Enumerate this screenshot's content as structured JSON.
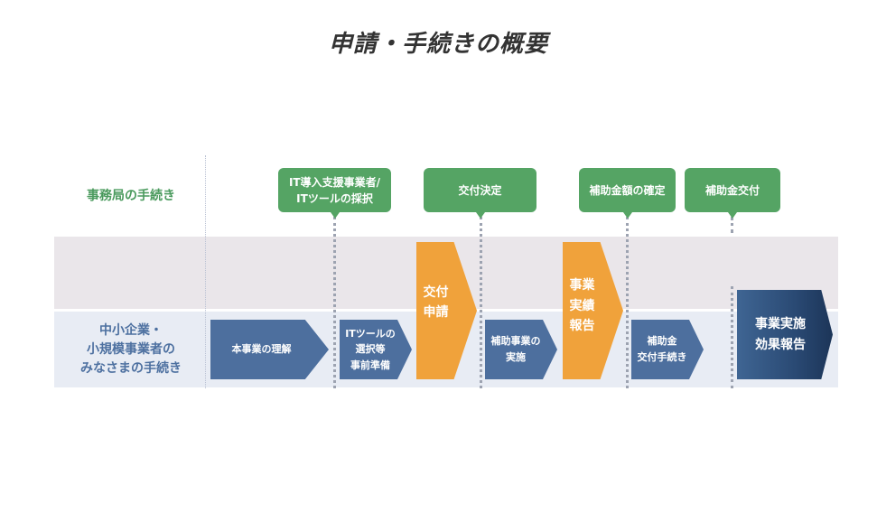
{
  "title": "申請・手続きの概要",
  "rows": {
    "office": "事務局の手続き",
    "user": [
      "中小企業・",
      "小規模事業者の",
      "みなさまの手続き"
    ]
  },
  "office_steps": [
    [
      "IT導入支援事業者/",
      "ITツールの採択"
    ],
    [
      "交付決定"
    ],
    [
      "補助金額の確定"
    ],
    [
      "補助金交付"
    ]
  ],
  "user_steps": {
    "understand": [
      "本事業の理解"
    ],
    "select": [
      "ITツールの",
      "選択等",
      "事前準備"
    ],
    "apply": [
      "交付",
      "申請"
    ],
    "implement": [
      "補助事業の",
      "実施"
    ],
    "report": [
      "事業",
      "実績",
      "報告"
    ],
    "grant": [
      "補助金",
      "交付手続き"
    ],
    "effect": [
      "事業実施",
      "効果報告"
    ]
  },
  "colors": {
    "office_green": "#55a464",
    "user_blue": "#4d6f9e",
    "orange": "#f0a23b",
    "navy": "#1c3558",
    "pink_band": "#eae6ea",
    "blue_band": "#e8ecf4"
  }
}
